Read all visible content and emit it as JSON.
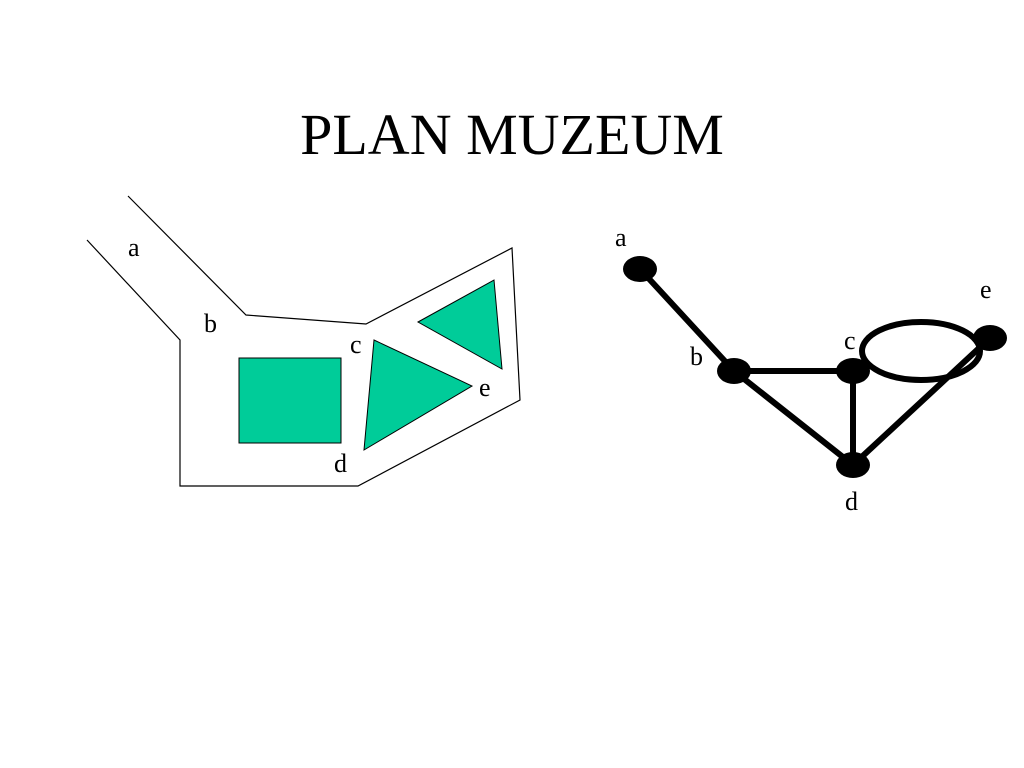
{
  "title": "PLAN MUZEUM",
  "colors": {
    "exhibit_fill": "#00CC99",
    "outline": "#000000",
    "background": "#FFFFFF"
  },
  "floor_plan": {
    "labels": {
      "a": "a",
      "b": "b",
      "c": "c",
      "d": "d",
      "e": "e"
    }
  },
  "graph": {
    "nodes": [
      "a",
      "b",
      "c",
      "d",
      "e"
    ],
    "node_labels": {
      "a": "a",
      "b": "b",
      "c": "c",
      "d": "d",
      "e": "e"
    },
    "edges": [
      [
        "a",
        "b"
      ],
      [
        "b",
        "c"
      ],
      [
        "b",
        "d"
      ],
      [
        "c",
        "d"
      ],
      [
        "c",
        "e"
      ],
      [
        "c",
        "e"
      ],
      [
        "e",
        "d"
      ]
    ]
  }
}
